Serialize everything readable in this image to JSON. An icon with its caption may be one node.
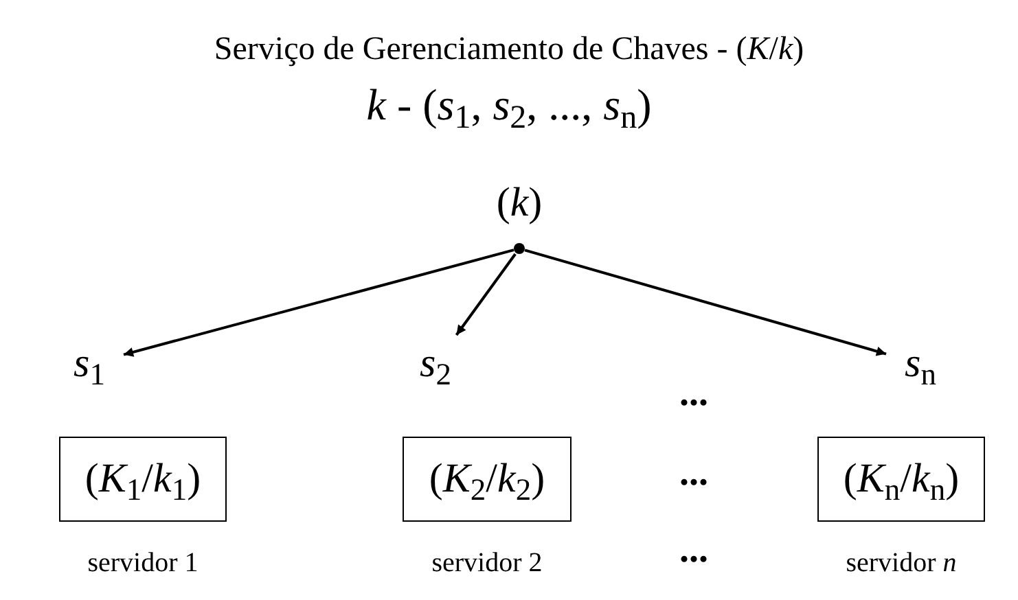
{
  "diagram": {
    "title": "Serviço de Gerenciamento de Chaves - (*K*/*k*)",
    "nodes": [
      {
        "text": [
          "(*k*)"
        ]
      },
      {
        "text": [],
        "shape": "circle"
      },
      {
        "text": [
          "*s*$_{1}$"
        ]
      },
      {
        "text": [
          "*s*$_{2}$"
        ]
      },
      {
        "text": [
          "*s*$_{n}$"
        ]
      },
      {
        "text": [
          "(*K*$_{1}$/*k*$_{1}$)"
        ],
        "beside": [
          "servidor 1"
        ]
      },
      {
        "text": [
          "(*K*$_{2}$/*k*$_{2}$)"
        ],
        "beside": [
          "servidor 2"
        ]
      },
      {
        "text": [
          "(*K*$_{n}$/*k*$_{n}$)"
        ],
        "beside": [
          "servidor *n*"
        ]
      }
    ],
    "edges": [
      {
        "from": 1,
        "to": 2,
        "arrow": "to"
      },
      {
        "from": 1,
        "to": 3,
        "arrow": "to"
      },
      {
        "from": 1,
        "to": 4,
        "arrow": "to"
      }
    ],
    "labels": [
      "*k* - (*s*$_{1}$, *s*$_{2}$, ..., *s*$_{n}$)",
      "...",
      "...",
      "..."
    ]
  }
}
